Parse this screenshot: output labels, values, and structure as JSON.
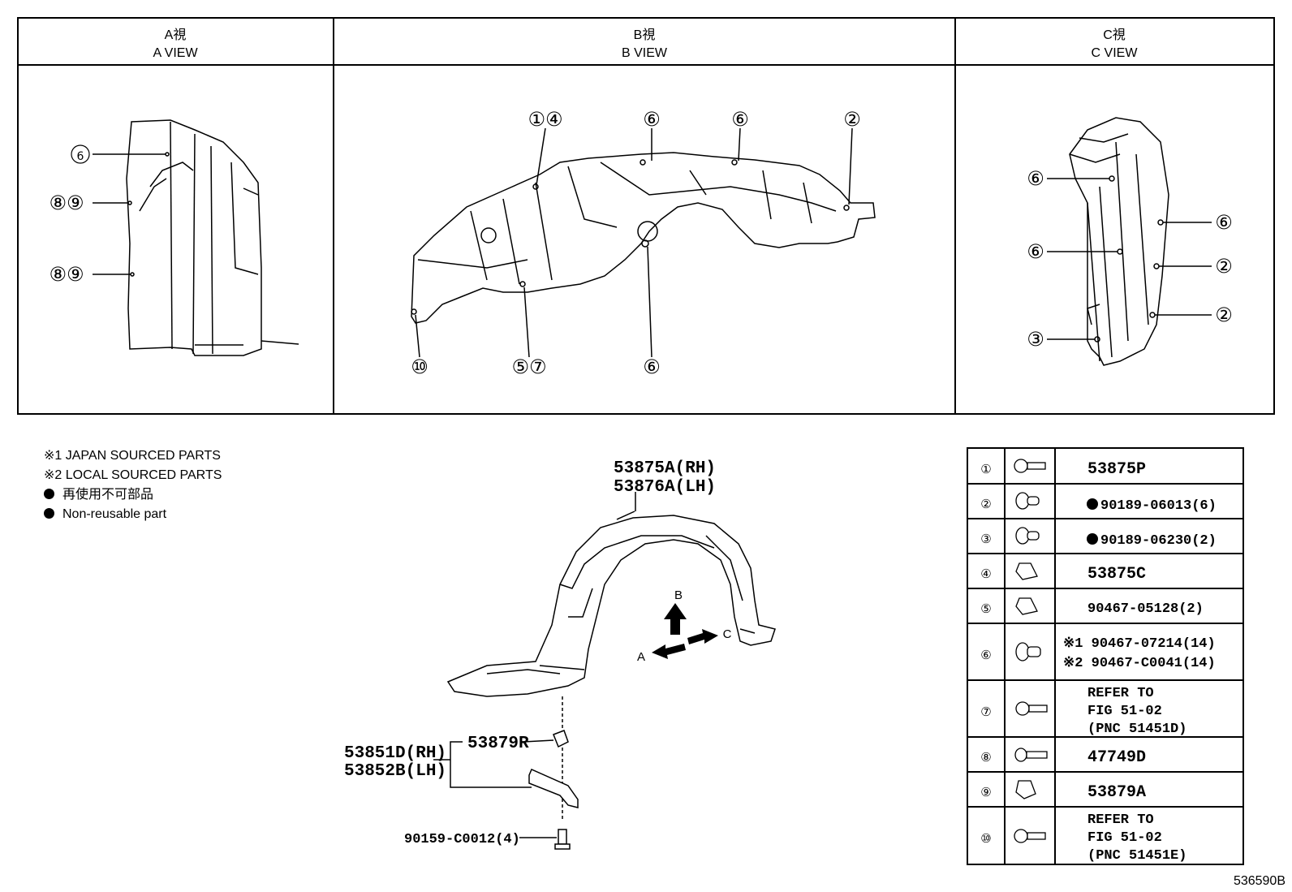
{
  "views": [
    {
      "jp": "A視",
      "en": "A VIEW"
    },
    {
      "jp": "B視",
      "en": "B VIEW"
    },
    {
      "jp": "C視",
      "en": "C VIEW"
    }
  ],
  "legend": {
    "note1": "※1 JAPAN SOURCED PARTS",
    "note2": "※2 LOCAL SOURCED PARTS",
    "jp_nonreusable": "再使用不可部品",
    "en_nonreusable": "Non-reusable part"
  },
  "callouts": {
    "a_view": [
      "⑥",
      "⑧⑨",
      "⑧⑨"
    ],
    "b_view": [
      "①④",
      "⑥",
      "⑥",
      "②",
      "⑩",
      "⑤⑦",
      "⑥"
    ],
    "c_view": [
      "⑥",
      "⑥",
      "⑥",
      "②",
      "②",
      "③"
    ]
  },
  "main_parts": {
    "liner_rh": "53875A(RH)",
    "liner_lh": "53876A(LH)",
    "bracket_rh": "53851D(RH)",
    "bracket_lh": "53852B(LH)",
    "clip": "53879R",
    "bolt": "90159-C0012(4)",
    "arrow_a": "A",
    "arrow_b": "B",
    "arrow_c": "C"
  },
  "parts_table": [
    {
      "key": "①",
      "lines": [
        "53875P"
      ],
      "bullet": false
    },
    {
      "key": "②",
      "lines": [
        "90189-06013(6)"
      ],
      "bullet": true
    },
    {
      "key": "③",
      "lines": [
        "90189-06230(2)"
      ],
      "bullet": true
    },
    {
      "key": "④",
      "lines": [
        "53875C"
      ],
      "bullet": false
    },
    {
      "key": "⑤",
      "lines": [
        "90467-05128(2)"
      ],
      "bullet": false
    },
    {
      "key": "⑥",
      "lines": [
        "※1 90467-07214(14)",
        "※2 90467-C0041(14)"
      ],
      "bullet": false
    },
    {
      "key": "⑦",
      "lines": [
        "REFER TO",
        "FIG 51-02",
        "(PNC 51451D)"
      ],
      "bullet": false
    },
    {
      "key": "⑧",
      "lines": [
        "47749D"
      ],
      "bullet": false
    },
    {
      "key": "⑨",
      "lines": [
        "53879A"
      ],
      "bullet": false
    },
    {
      "key": "⑩",
      "lines": [
        "REFER TO",
        "FIG 51-02",
        "(PNC 51451E)"
      ],
      "bullet": false
    }
  ],
  "figure_number": "536590B"
}
